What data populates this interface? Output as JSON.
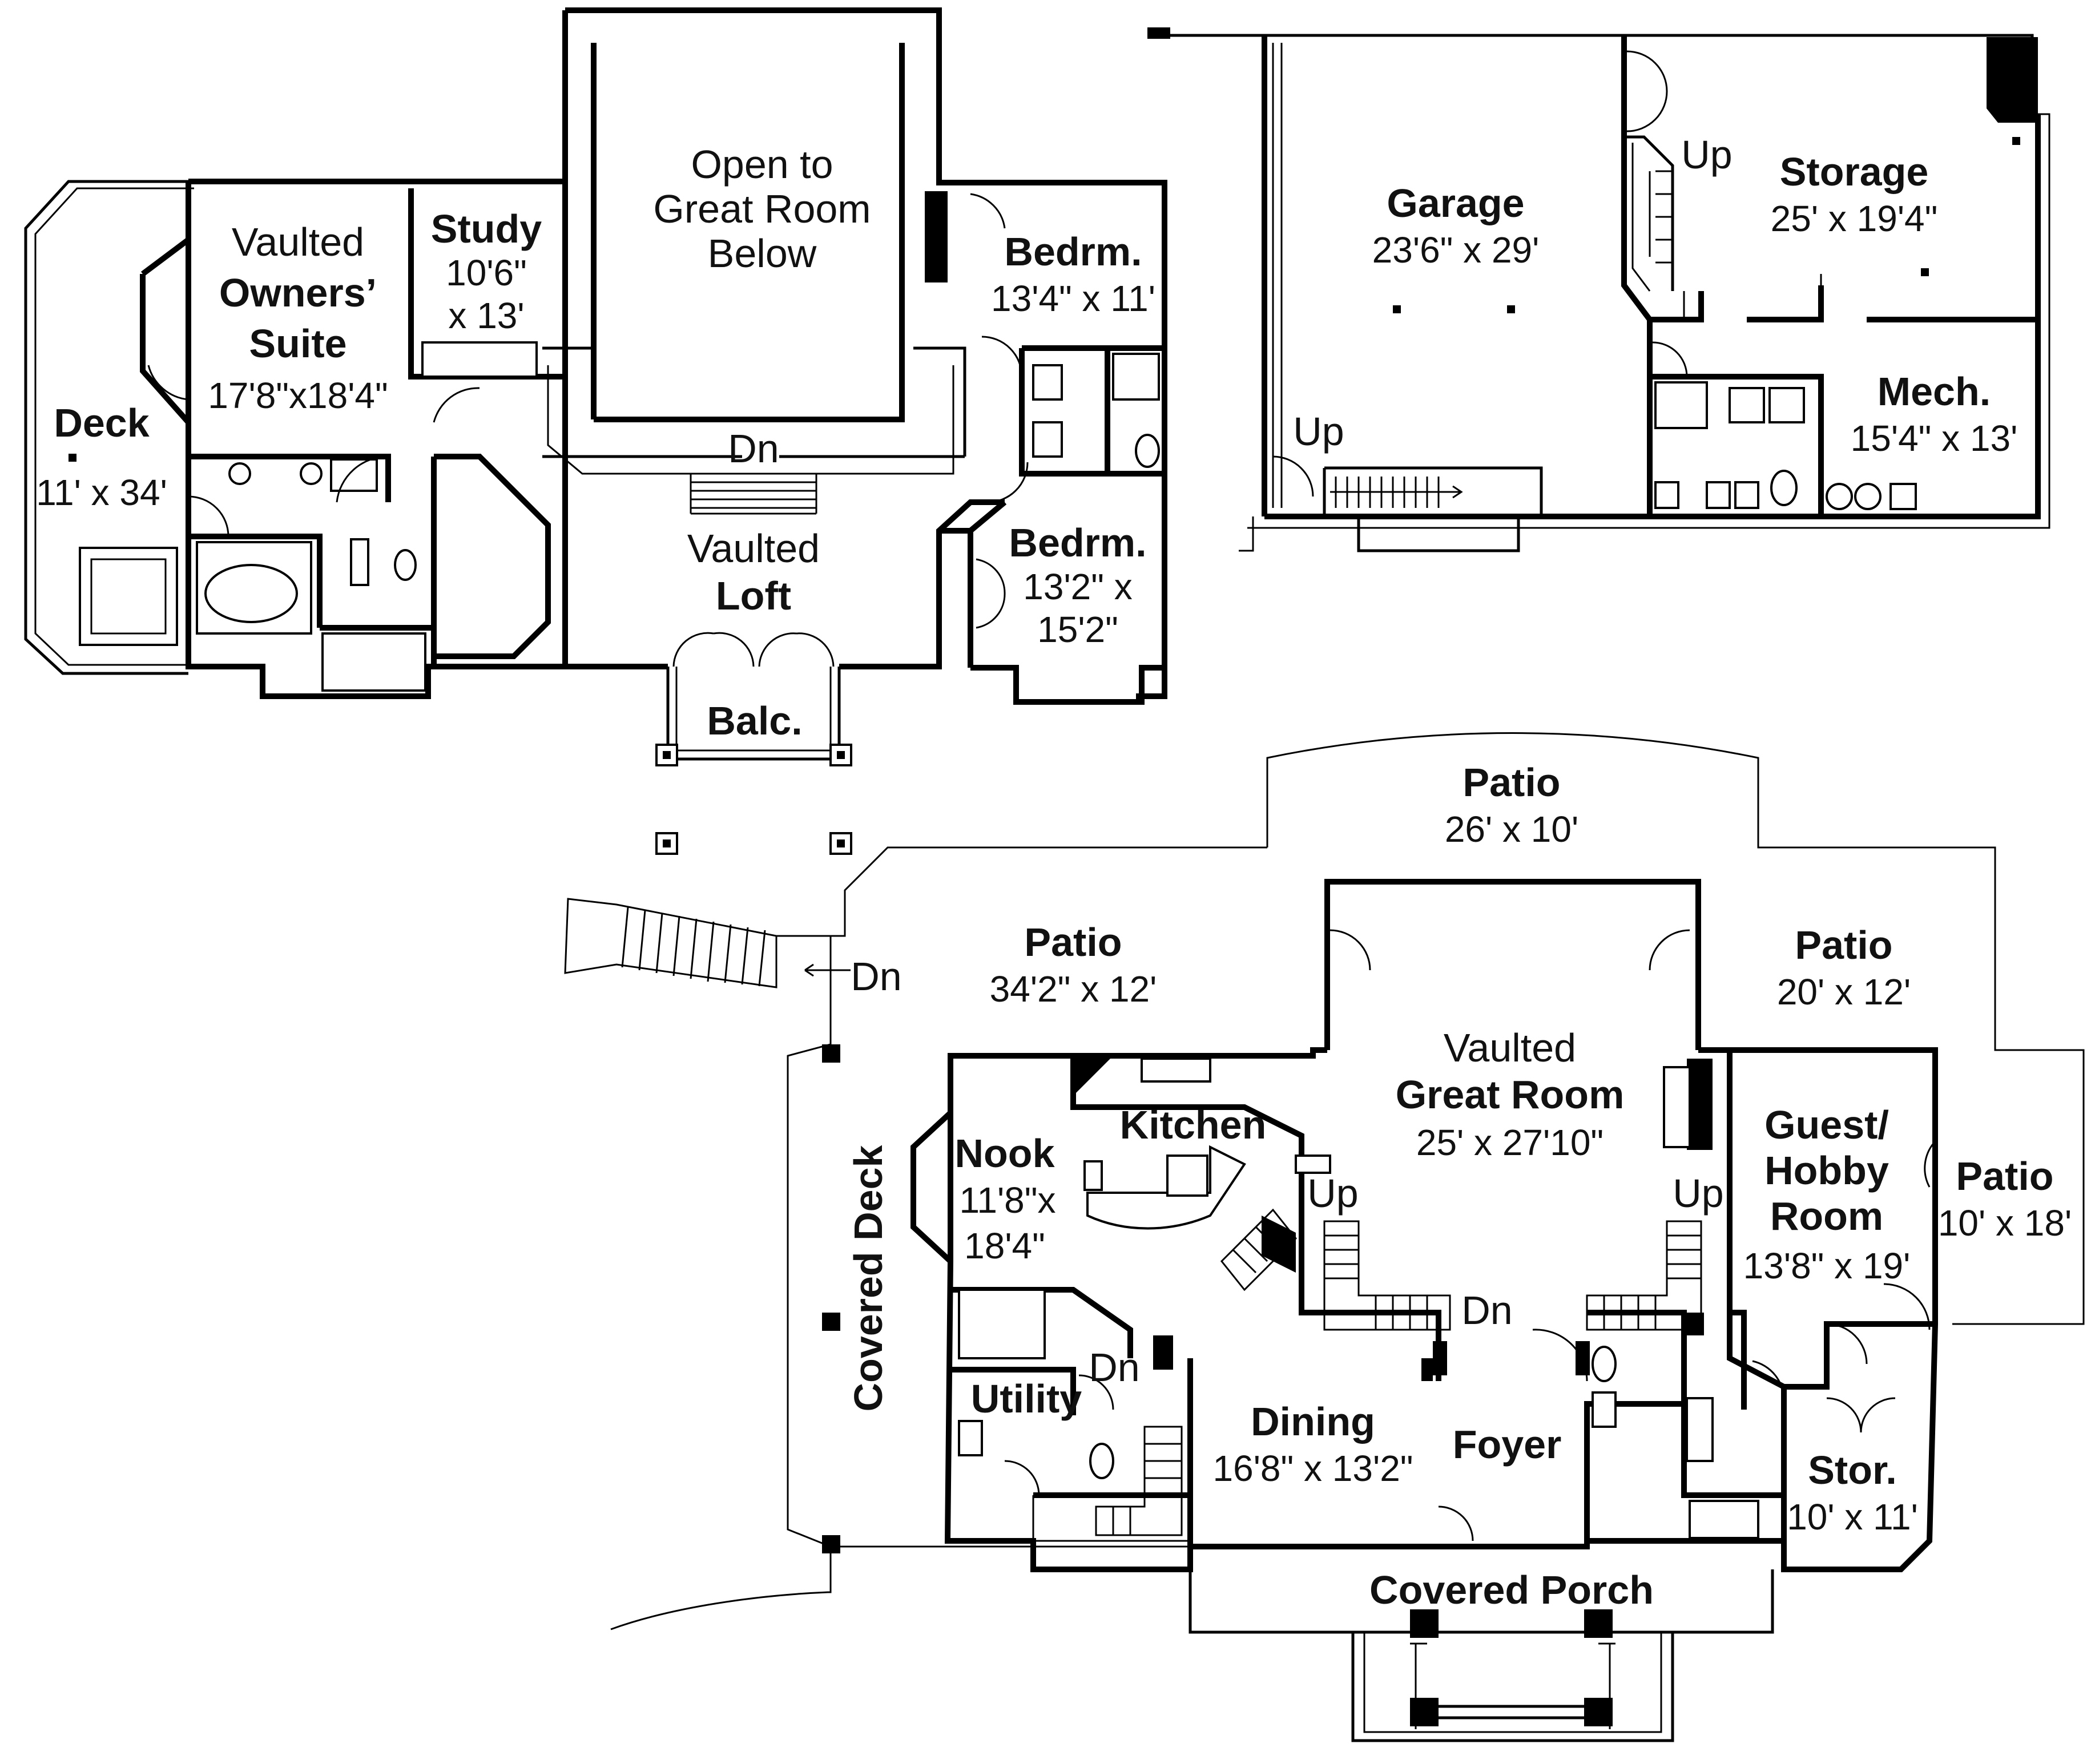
{
  "upper_floor": {
    "deck": {
      "name": "Deck",
      "size": "11' x 34'"
    },
    "owners_suite": {
      "line1": "Vaulted",
      "line2": "Owners’",
      "line3": "Suite",
      "size": "17'8\"x18'4\""
    },
    "study": {
      "name": "Study",
      "size1": "10'6\"",
      "size2": "x 13'"
    },
    "open_to": {
      "line1": "Open to",
      "line2": "Great Room",
      "line3": "Below"
    },
    "bedroom_1": {
      "name": "Bedrm.",
      "size": "13'4\" x 11'"
    },
    "bedroom_2": {
      "name": "Bedrm.",
      "size1": "13'2\" x",
      "size2": "15'2\""
    },
    "loft": {
      "line1": "Vaulted",
      "line2": "Loft"
    },
    "stair_dn": "Dn",
    "balcony": {
      "name": "Balc."
    }
  },
  "basement": {
    "garage": {
      "name": "Garage",
      "size": "23'6\" x 29'"
    },
    "storage": {
      "name": "Storage",
      "size": "25' x 19'4\""
    },
    "mech": {
      "name": "Mech.",
      "size": "15'4\" x 13'"
    },
    "stair_up_1": "Up",
    "stair_up_2": "Up"
  },
  "main_floor": {
    "patio_top": {
      "name": "Patio",
      "size": "26' x 10'"
    },
    "patio_left": {
      "name": "Patio",
      "size": "34'2\" x 12'"
    },
    "patio_right": {
      "name": "Patio",
      "size": "20' x 12'"
    },
    "patio_side": {
      "name": "Patio",
      "size": "10' x 18'"
    },
    "deck_stair_dn": "Dn",
    "covered_deck": "Covered Deck",
    "kitchen": "Kitchen",
    "nook": {
      "name": "Nook",
      "size1": "11'8\"x",
      "size2": "18'4\""
    },
    "great_room": {
      "line1": "Vaulted",
      "line2": "Great Room",
      "size": "25' x 27'10\""
    },
    "guest_room": {
      "line1": "Guest/",
      "line2": "Hobby",
      "line3": "Room",
      "size": "13'8\" x 19'"
    },
    "utility": "Utility",
    "utility_dn": "Dn",
    "dining": {
      "name": "Dining",
      "size": "16'8\" x 13'2\""
    },
    "foyer": "Foyer",
    "stair_up_left": "Up",
    "stair_up_right": "Up",
    "stair_dn": "Dn",
    "storage": {
      "name": "Stor.",
      "size": "10' x 11'"
    },
    "covered_porch": "Covered Porch"
  }
}
